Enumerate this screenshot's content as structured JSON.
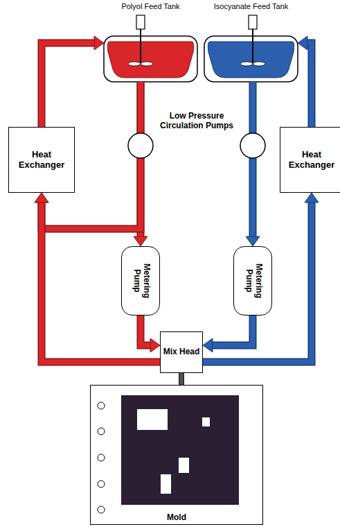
{
  "diagram": {
    "nodes": [
      {
        "text": [
          "Polyol Feed Tank"
        ]
      },
      {
        "text": [
          "Isocyanate Feed Tank"
        ]
      },
      {
        "text": [
          "Heat Exchanger"
        ]
      },
      {
        "text": [
          "Heat Exchanger"
        ]
      },
      {
        "text": [
          "Metering Pump"
        ]
      },
      {
        "text": [
          "Metering Pump"
        ]
      },
      {
        "text": [
          "Mix Head"
        ]
      },
      {
        "text": [
          "Mold"
        ]
      }
    ],
    "edges": [
      {
        "from": 0,
        "to": 4,
        "arrow": "to"
      },
      {
        "from": 0,
        "to": 2,
        "arrow": "to"
      },
      {
        "from": 4,
        "to": 6,
        "arrow": "to"
      },
      {
        "from": 6,
        "to": 2,
        "arrow": "to"
      },
      {
        "from": 2,
        "to": 0,
        "arrow": "to"
      },
      {
        "from": 1,
        "to": 5,
        "arrow": "to"
      },
      {
        "from": 5,
        "to": 6,
        "arrow": "to"
      },
      {
        "from": 6,
        "to": 3,
        "arrow": "to"
      },
      {
        "from": 3,
        "to": 1,
        "arrow": "to"
      },
      {
        "from": 6,
        "to": 7,
        "arrow": "none"
      }
    ],
    "labels": [
      "Low Pressure Circulation Pumps"
    ]
  }
}
